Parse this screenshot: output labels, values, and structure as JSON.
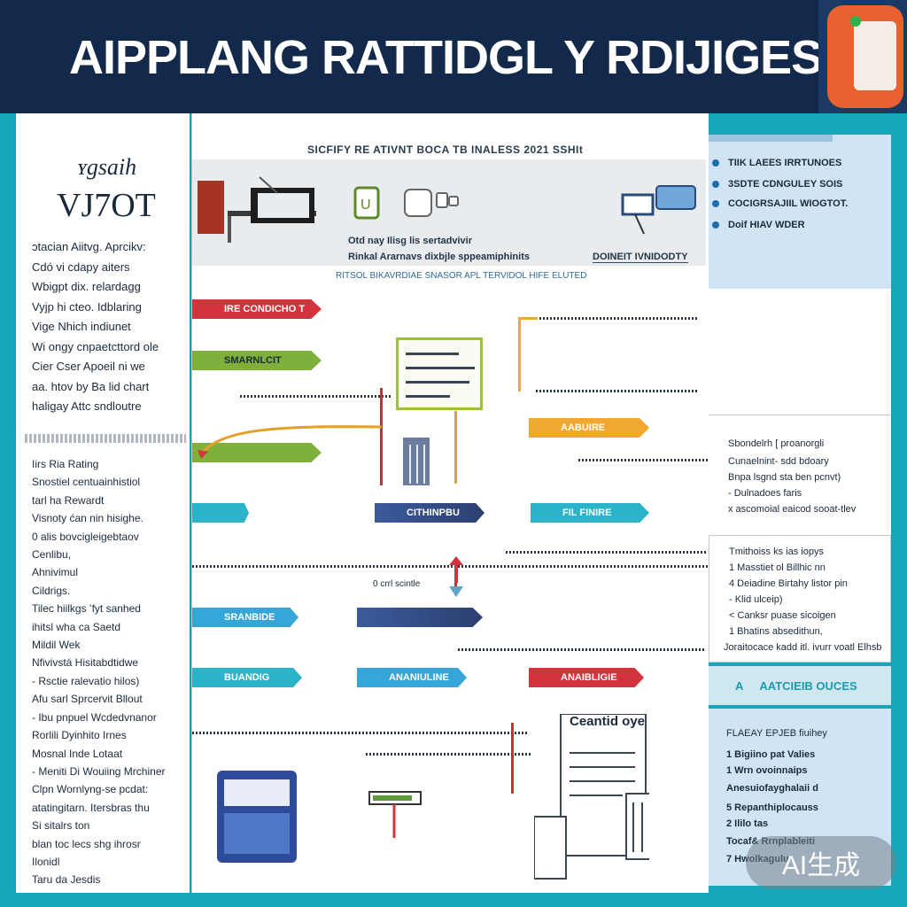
{
  "header": {
    "title": "AIPPLANG RATTIDGL Y RDIJIGES"
  },
  "left": {
    "logo_top": "ʏgsaih",
    "logo_big": "VJ7OT",
    "lines": [
      "ɔtacian Aiitvg. Aprcikv:",
      "Cdó vi cdapy aiters",
      "Wbigpt dix. relardagg",
      "Vyjp hi cteo. Idblaring",
      "Vige Nhich indiunet",
      "Wi ongy cnpaetcttord ole",
      "Cier Cser Apoeil ni we",
      "aa. htov by Ba lid chart",
      "haligay Attc sndloutre"
    ],
    "lines2": [
      "Iirs Ria Rating",
      "Snostiel centuainhistiol",
      "tarl ha Rewardt",
      "Visnoty ćan nin hisighe.",
      "0 alis bovcigleigebtaov",
      "Cenlibu,",
      "Ahnivimul",
      "Cildrigs.",
      "Tilec hiilkgs ‛fyt sanhed",
      "ihitsl wha ca Saetd",
      "Mildil Wek",
      "Nfivivstá Hisitabdtidwe",
      "- Rsctie ralevatio hilos)",
      "Afu sarl Sprcervit Bllout",
      "- Ibu pnpuel Wcdedvnanor",
      "Rorlili Dyinhito Irnes",
      "Mosnal Inde Lotaat",
      "- Meniti Di Wouiing Mrchiner",
      "Clpn Wornlyng-se pcdat:",
      "atatingitarn. Itersbras thu",
      "Si sitalrs ton",
      "blan toc lecs shg ihrosr",
      "Ilonidl",
      "Taru da Jesdis"
    ]
  },
  "center": {
    "title": "SICFIFY RE ATIVNT BOCA TB INALESS 2021 SSHIt",
    "banner_text1": "Otd nay Ilisg lis sertadvivir",
    "banner_text2": "Rinkal Ararnavs dixbjle sppeamiphinits",
    "banner_right": "DOINEIT IVNIDODTY",
    "subcaption": "RITSOL BIKAVRDIAE SNASOR APL TERVIDOL HIFE ELUTED",
    "arrows": {
      "red1": "IRE CONDICHO T",
      "green1": "SMARNLCIT",
      "orange1": "AABUIRE",
      "navy1": "CITHINPBU",
      "teal1": "FIL FINIRE",
      "blue1": "SRANBIDE",
      "teal2": "BUANDIG",
      "blue2": "ANANIULINE",
      "red2": "ANAIBLIGIE"
    },
    "label_mid": "0 crrl scintle",
    "doc_title": "Ceantid oye"
  },
  "right": {
    "top_items": [
      "TIIK LAEES IRRTUNOES",
      "3SDTE CDNGULEY SOIS",
      "COCIGRSAJIIL WIOGTOT.",
      "Doif HIAV WDER"
    ],
    "mid_lines": [
      "Sbondelrh [ proanorgli",
      "Cunaelnint- sdd bdoary",
      "Bnpa lsgnd sta ben pcnvt)",
      "- Dulnadoes faris",
      "x ascomoial eaicod sooat-tlev"
    ],
    "mid2_lines": [
      "Tmithoiss ks ias iopys",
      "1 Masstiet ol Billhic nn",
      "4 Deiadine Birtahy listor pin",
      "- Klid ulceip)",
      "< Canksr puase sicoigen",
      "1 Bhatins absedithun,",
      "Joraitocace kadd itl. ivurr voatl Elhsb"
    ],
    "header": "AATCIEIB OUCES",
    "header_icon": "A",
    "bottom_lines": [
      "FLAEAY EPJEB fiuihey",
      "1 Bigiino pat Valies",
      "1 Wrn ovoinnaips",
      "Anesuiofayghalaii d",
      "5 Repanthiplocauss",
      "2 Ililo tas",
      "Tocaf& Rrnplableiti",
      "7 Hwolkagulu"
    ],
    "watermark": "AI生成"
  }
}
